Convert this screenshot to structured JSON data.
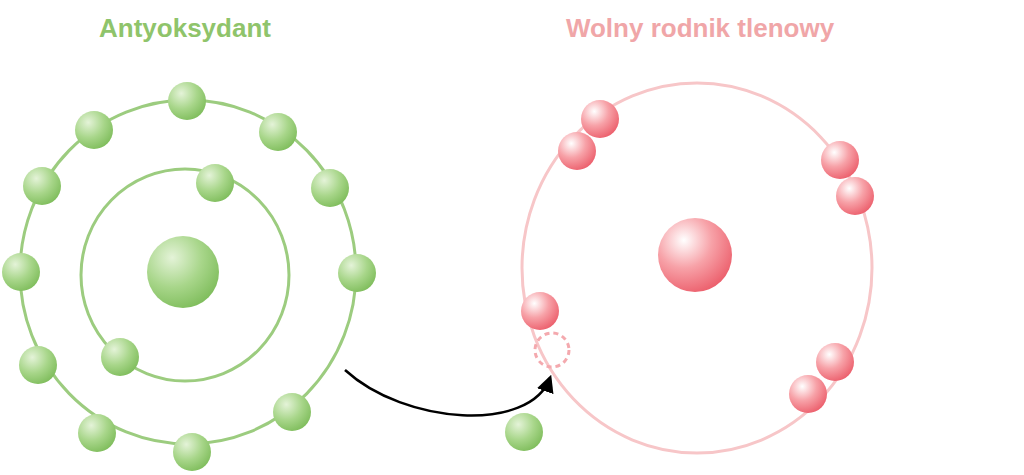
{
  "diagram": {
    "nodes": [
      {
        "text": [
          "Antyoksydant"
        ]
      },
      {
        "text": [
          "Wolny rodnik tlenowy"
        ]
      }
    ],
    "edges": [
      {
        "from": 0,
        "to": 1,
        "arrow": "to"
      }
    ]
  }
}
